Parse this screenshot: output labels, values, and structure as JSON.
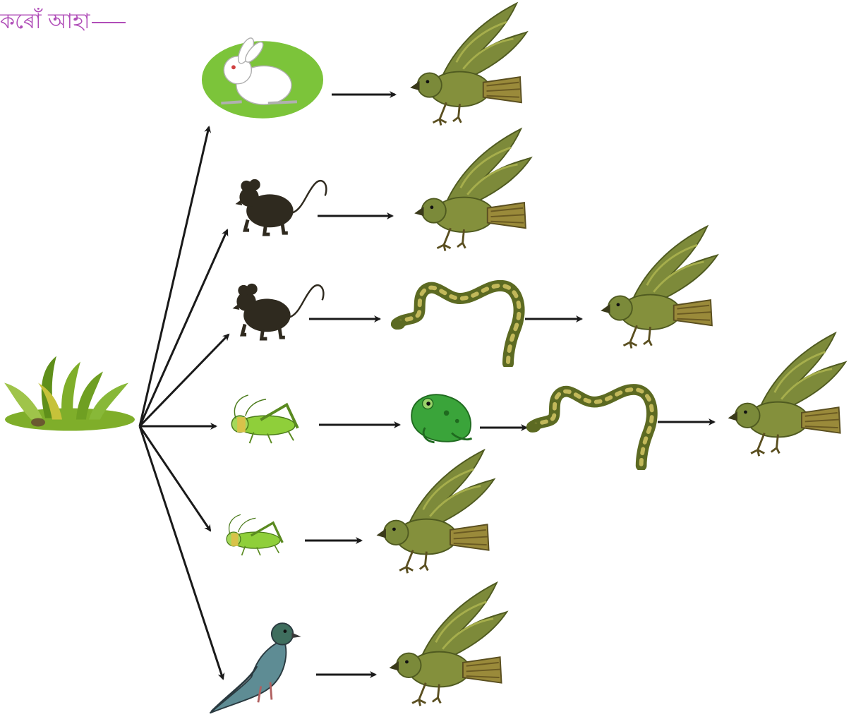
{
  "header": {
    "text": "কৰোঁ আহা"
  },
  "producer": {
    "name": "grass",
    "icon": "grass-icon"
  },
  "food_chains": [
    {
      "organisms": [
        "rabbit",
        "eagle"
      ]
    },
    {
      "organisms": [
        "rat",
        "eagle"
      ]
    },
    {
      "organisms": [
        "rat",
        "snake",
        "eagle"
      ]
    },
    {
      "organisms": [
        "grasshopper",
        "frog",
        "snake",
        "eagle"
      ]
    },
    {
      "organisms": [
        "grasshopper",
        "eagle"
      ]
    },
    {
      "organisms": [
        "pigeon",
        "eagle"
      ]
    }
  ],
  "colors": {
    "heading": "#b04db8",
    "arrow": "#1a1a1a",
    "grass": "#7fae2a",
    "rabbit_bg": "#7cc43a",
    "eagle": "#7d8a3a",
    "snake": "#5c6a22",
    "frog": "#3aa43a",
    "grasshopper": "#8fcf3a",
    "rat": "#2f2a1f",
    "pigeon": "#5e8c94"
  }
}
